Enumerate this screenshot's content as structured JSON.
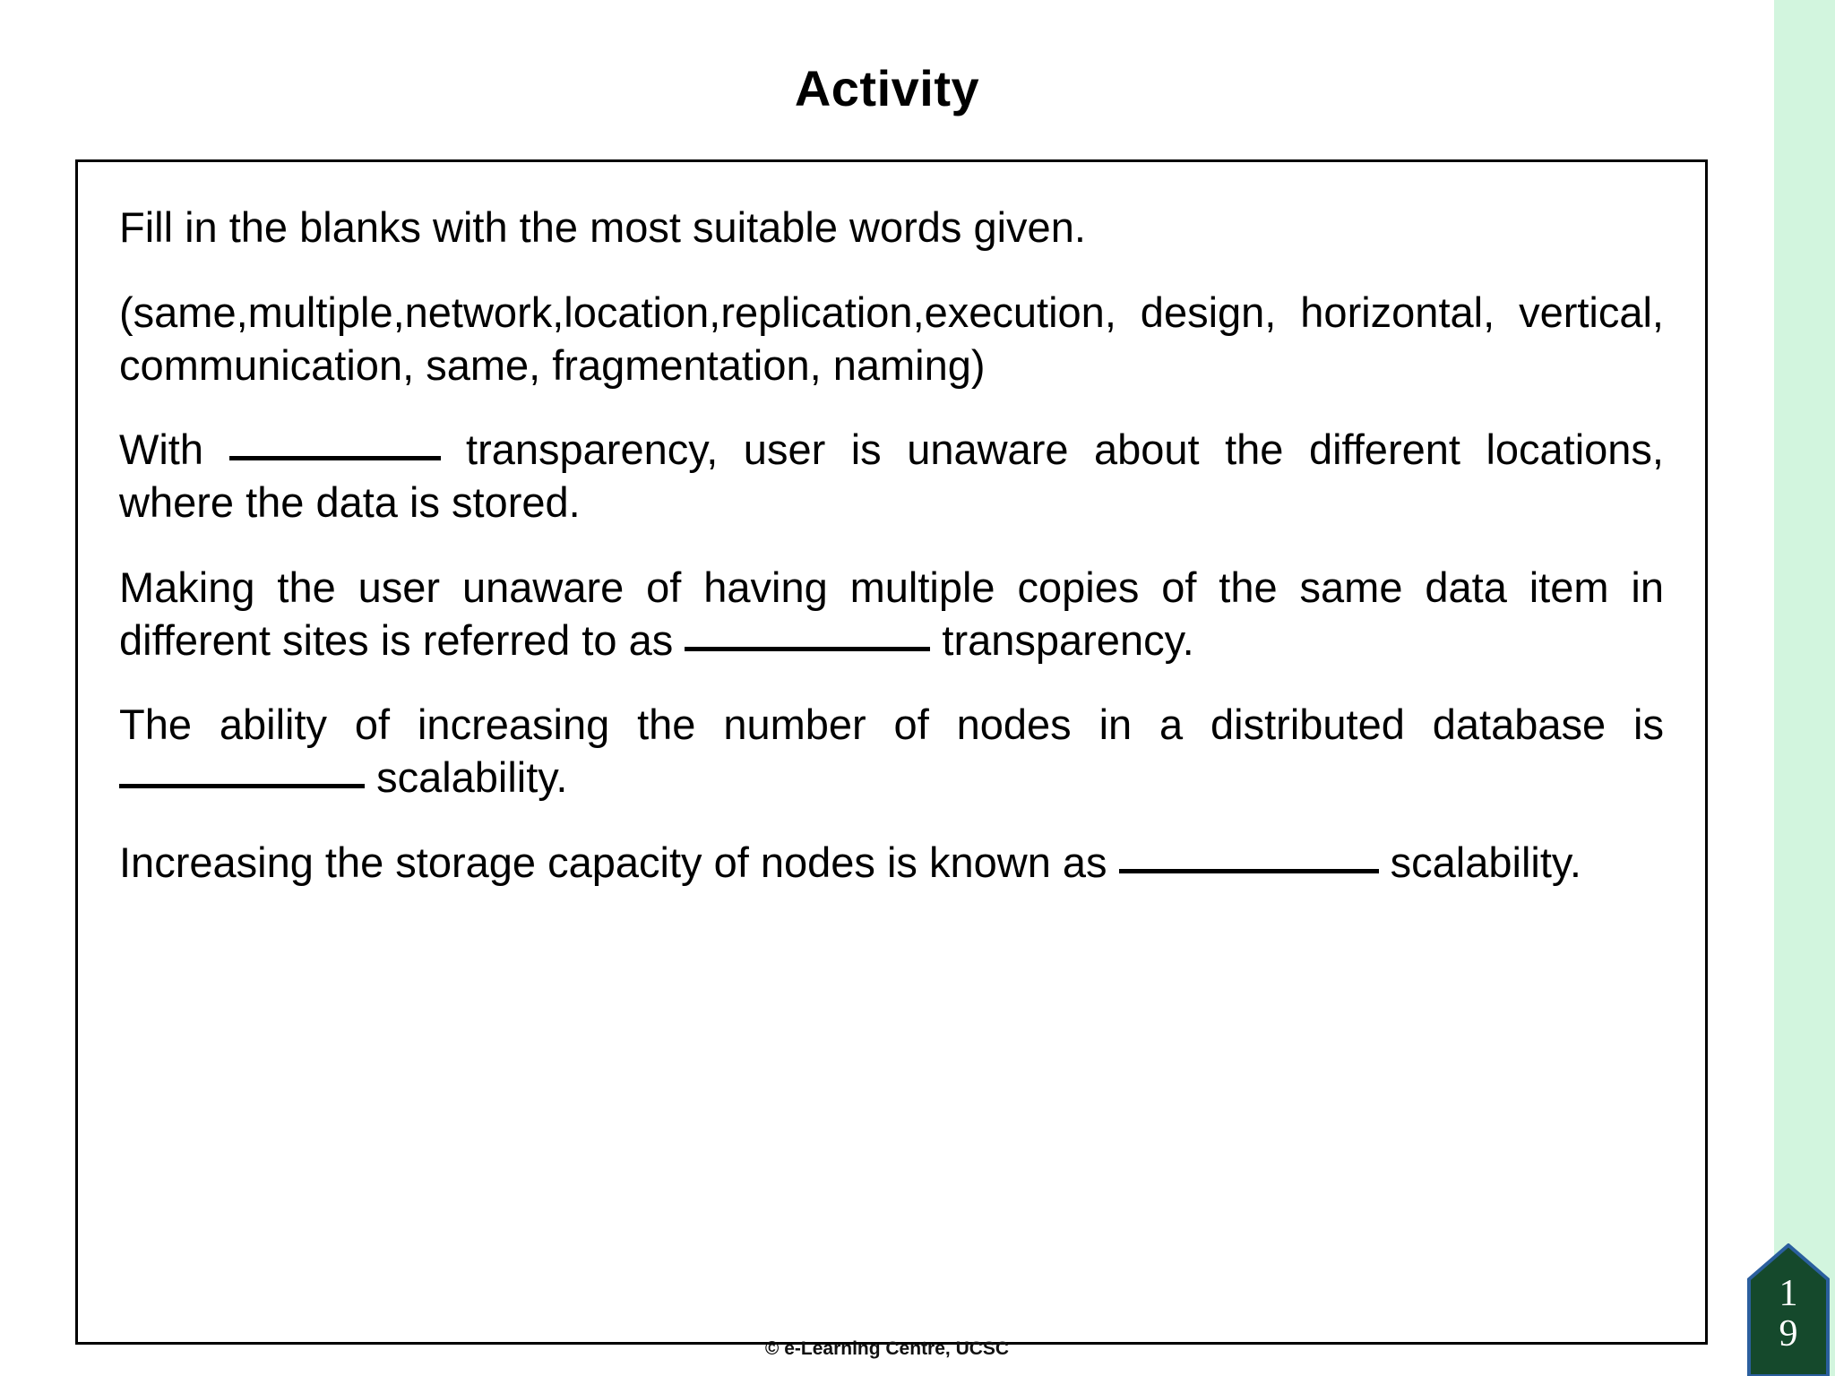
{
  "slide": {
    "title": "Activity",
    "page_number": "19",
    "page_number_digits": [
      "1",
      "9"
    ],
    "footer": "© e-Learning Centre, UCSC",
    "accent_green_strip": "#d2f5de",
    "banner_fill": "#15492c",
    "banner_stroke": "#2b5f9e"
  },
  "content": {
    "instruction": "Fill in the blanks with the most suitable words given.",
    "word_bank_text": "(same,multiple,network,location,replication,execution, design, horizontal, vertical, communication, same, fragmentation, naming)",
    "word_bank": [
      "same",
      "multiple",
      "network",
      "location",
      "replication",
      "execution",
      "design",
      "horizontal",
      "vertical",
      "communication",
      "same",
      "fragmentation",
      "naming"
    ],
    "questions": [
      {
        "id": "q1",
        "before": "With",
        "after": "transparency, user is unaware about the different locations, where the data is stored.",
        "blank_width": "w-md"
      },
      {
        "id": "q2",
        "before": "Making the user unaware of having multiple copies of the same data item in different sites is referred to as",
        "after": "transparency.",
        "blank_width": "w-lg"
      },
      {
        "id": "q3",
        "before": "The ability of increasing the number of nodes in a distributed database is",
        "after": "scalability.",
        "blank_width": "w-lg"
      },
      {
        "id": "q4",
        "before": "Increasing the storage capacity of nodes is known as",
        "after": "scalability.",
        "blank_width": "w-xl"
      }
    ]
  }
}
